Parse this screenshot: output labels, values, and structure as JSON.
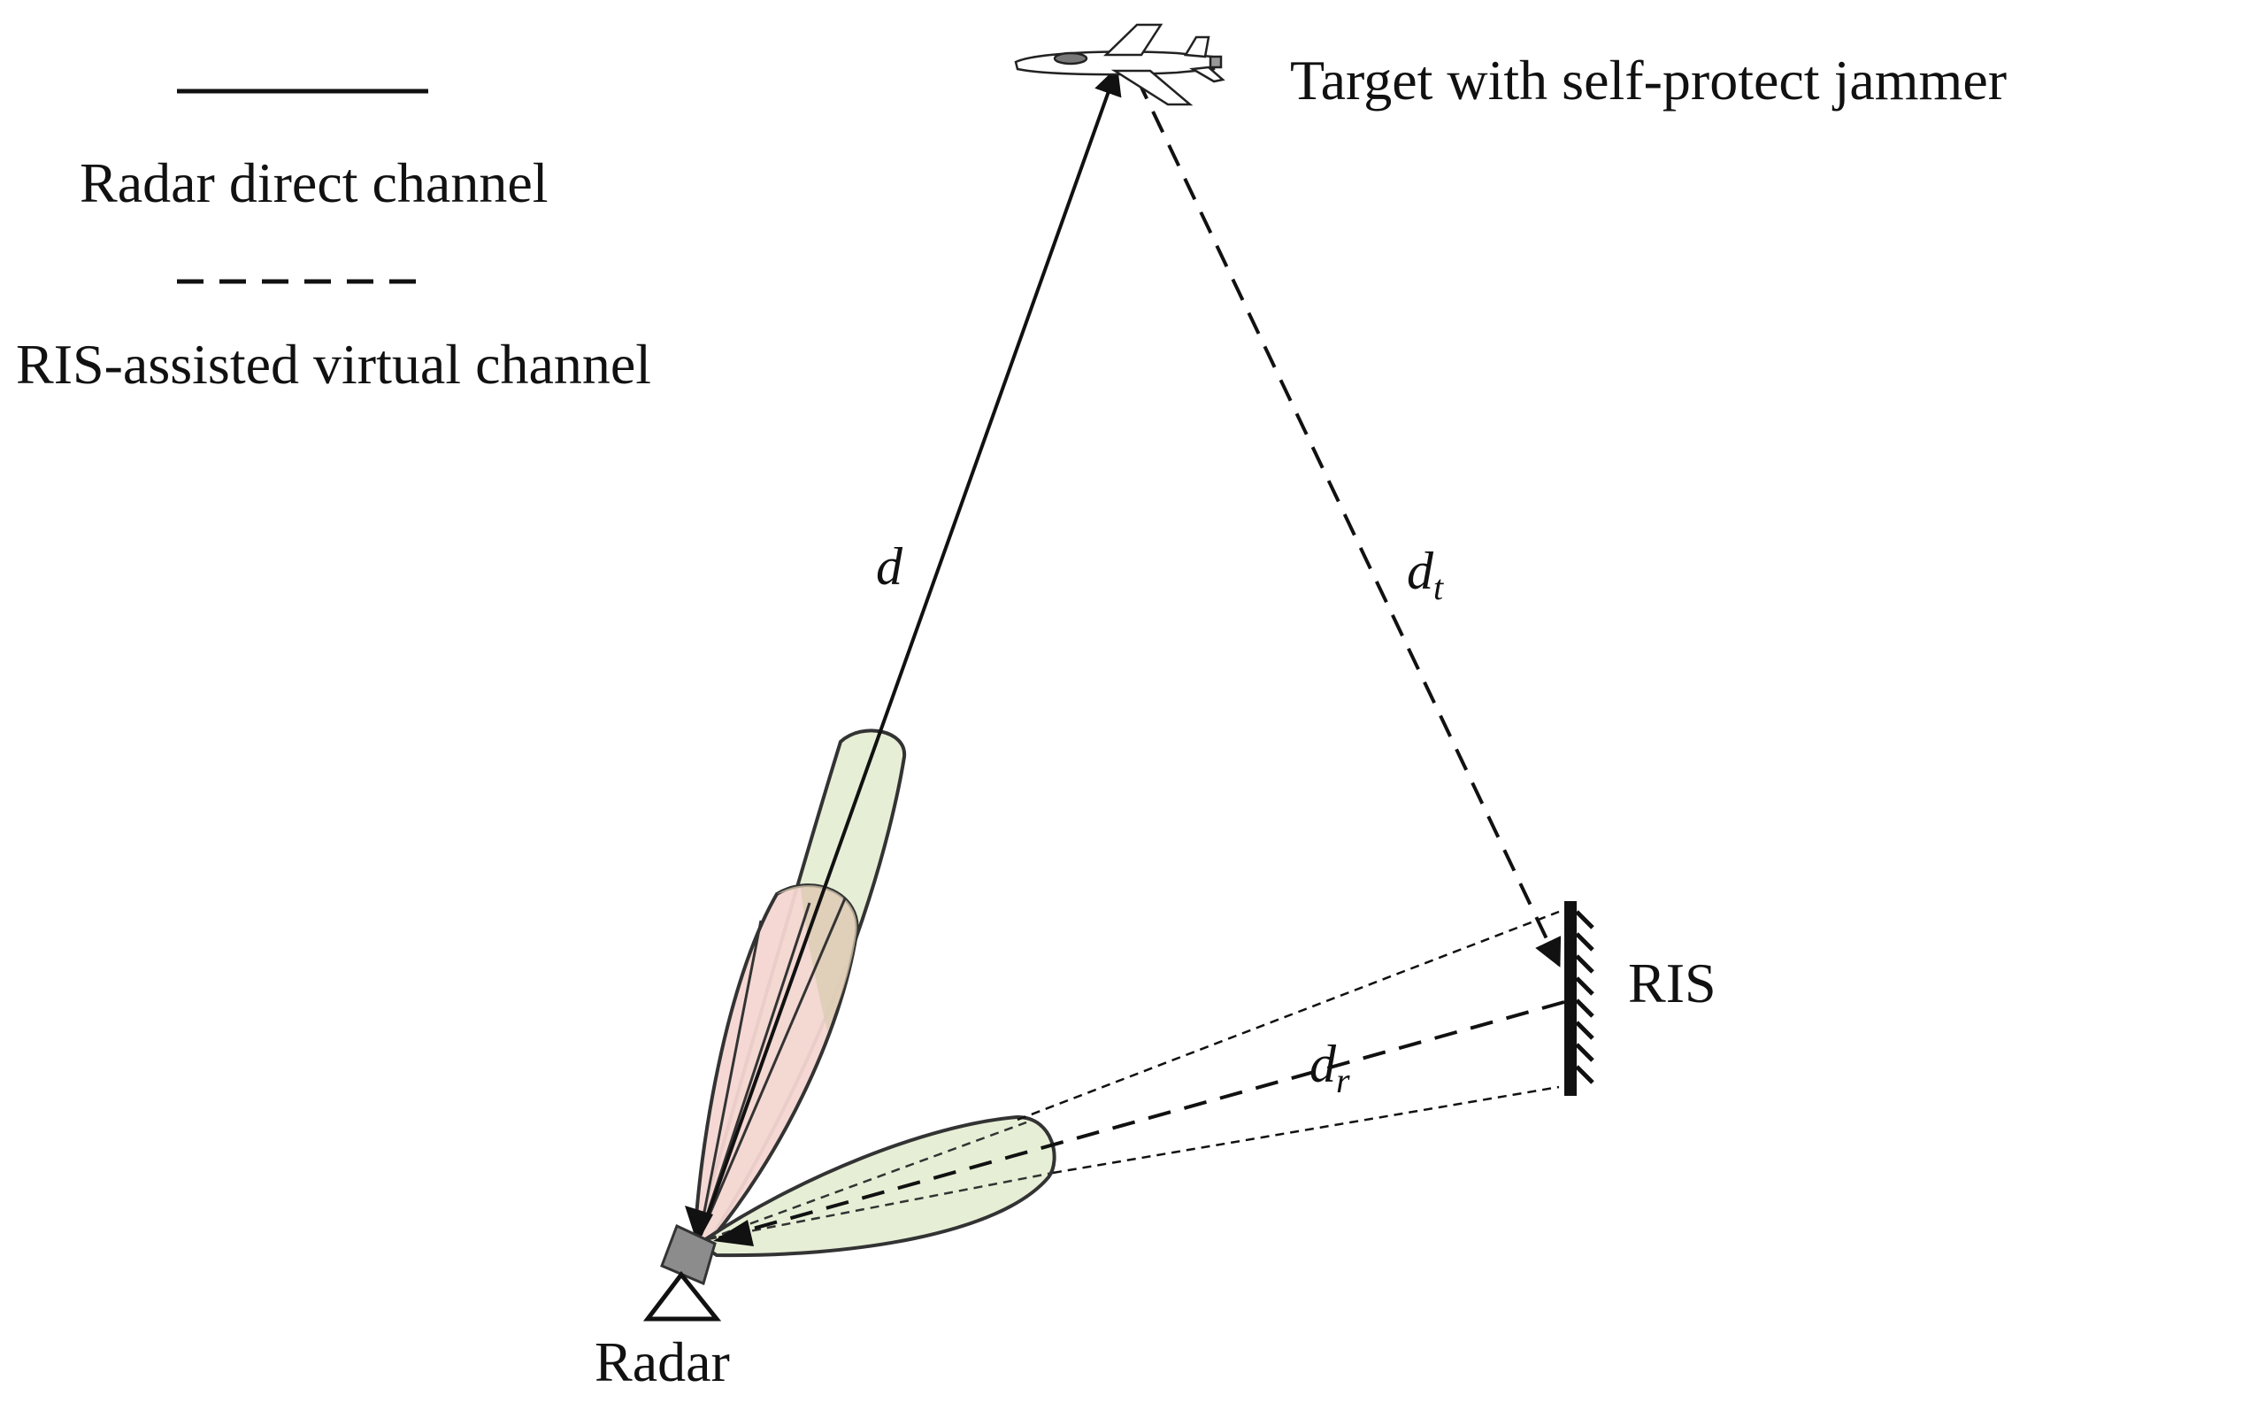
{
  "legend": {
    "solid_label": "Radar direct channel",
    "dashed_label": "RIS-assisted virtual channel"
  },
  "labels": {
    "target": "Target with self-protect jammer",
    "ris": "RIS",
    "radar": "Radar",
    "d": "d",
    "dt_base": "d",
    "dt_sub": "t",
    "dr_base": "d",
    "dr_sub": "r"
  },
  "colors": {
    "beam_green": "#e6efd6",
    "beam_pink": "#f4d6d2",
    "beam_overlap": "#d9ccb0",
    "radar_gray": "#8c8c8c",
    "line": "#111111"
  },
  "icons": {
    "aircraft": "aircraft-icon",
    "radar": "radar-antenna-icon",
    "ris": "ris-surface-icon"
  }
}
